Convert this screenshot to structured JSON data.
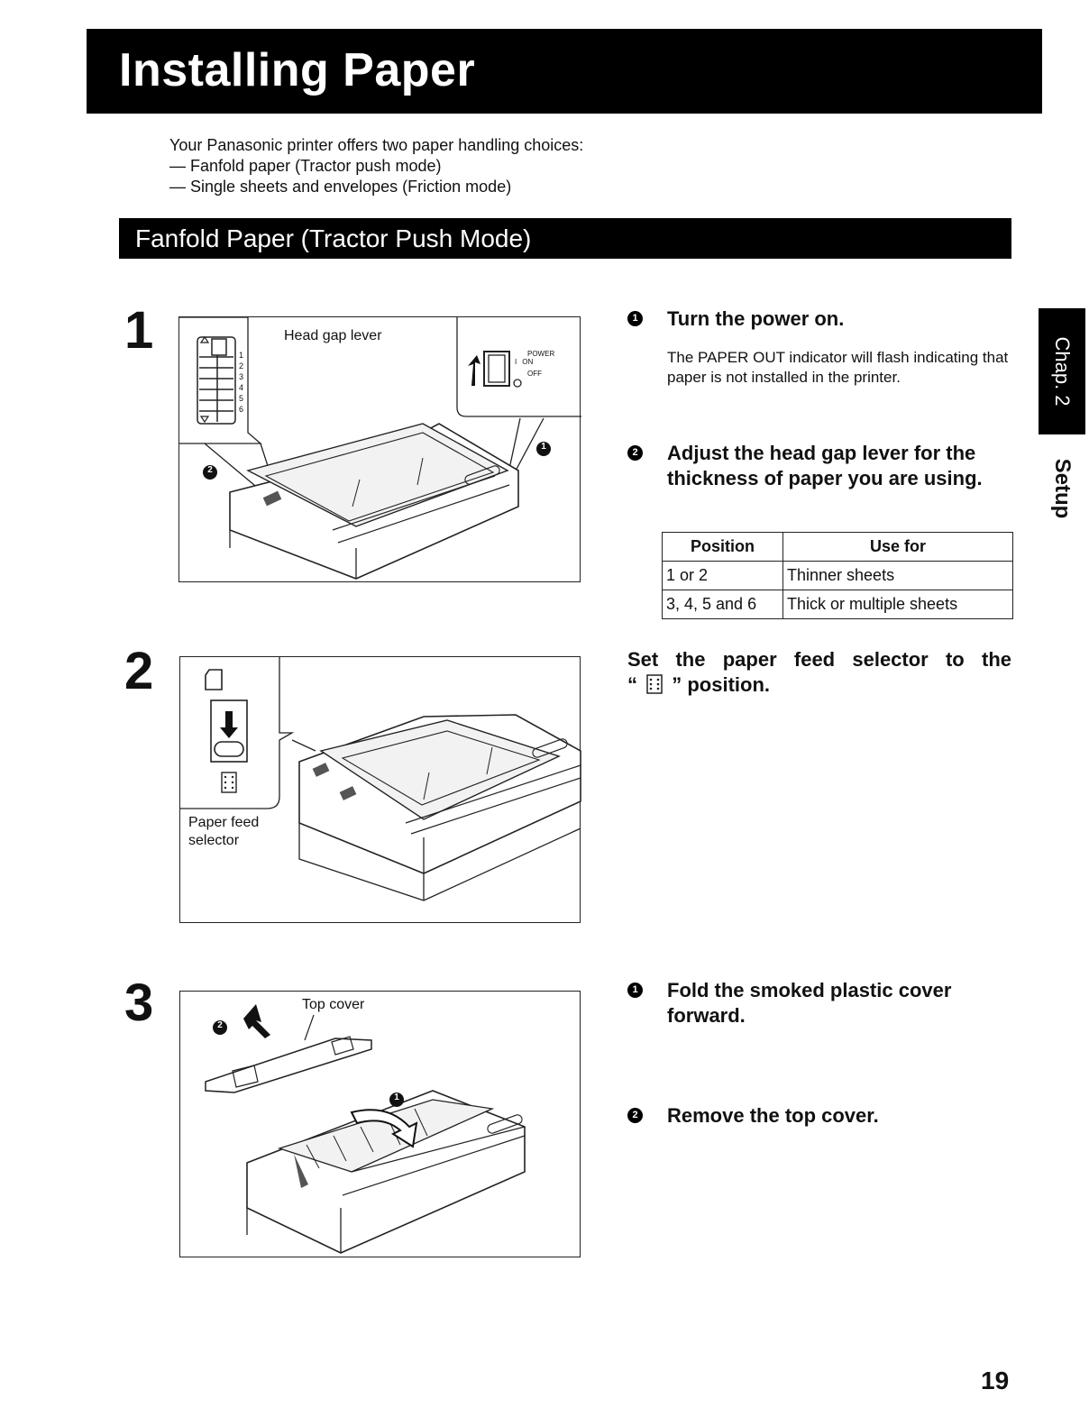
{
  "title": "Installing Paper",
  "intro": {
    "line1": "Your Panasonic printer offers two paper handling choices:",
    "line2": "— Fanfold paper (Tractor push mode)",
    "line3": "— Single sheets and envelopes (Friction mode)"
  },
  "section_title": "Fanfold Paper (Tractor Push Mode)",
  "side_tab": {
    "chap": "Chap. 2",
    "setup": "Setup"
  },
  "step1": {
    "number": "1",
    "callout_head_gap": "Head gap lever",
    "power_label": "POWER",
    "power_on": "ON",
    "power_off": "OFF",
    "power_on_symbol": "I",
    "power_off_symbol": "O",
    "lever_positions": [
      "1",
      "2",
      "3",
      "4",
      "5",
      "6"
    ],
    "marker_1": "1",
    "marker_2": "2",
    "instr1": "Turn the power on.",
    "instr1_bullet": "1",
    "instr1_body": "The PAPER OUT indicator will flash indicating that paper is not installed in the printer.",
    "instr2": "Adjust the head gap lever for the thickness of paper you are using.",
    "instr2_bullet": "2",
    "table": {
      "headers": [
        "Position",
        "Use for"
      ],
      "rows": [
        [
          "1 or 2",
          "Thinner sheets"
        ],
        [
          "3, 4, 5 and 6",
          "Thick or multiple sheets"
        ]
      ]
    }
  },
  "step2": {
    "number": "2",
    "callout_line1": "Paper feed",
    "callout_line2": "selector",
    "instr_part1": "Set the paper feed selector to the",
    "instr_part2_open": "“",
    "instr_part2_close": "” position."
  },
  "step3": {
    "number": "3",
    "callout_top_cover": "Top cover",
    "marker_1": "1",
    "marker_2": "2",
    "instr1": "Fold the smoked plastic cover forward.",
    "instr1_bullet": "1",
    "instr2": "Remove the top cover.",
    "instr2_bullet": "2"
  },
  "page_number": "19"
}
